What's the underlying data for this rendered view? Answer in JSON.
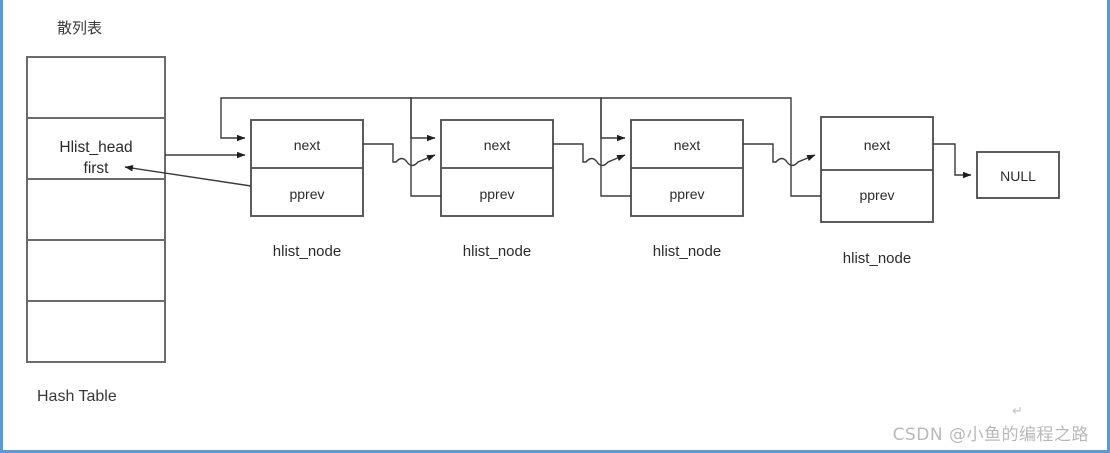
{
  "diagram": {
    "title_cn": "散列表",
    "hash_table": {
      "caption": "Hash Table",
      "cell_count": 5,
      "cells": [
        {
          "index": 0,
          "line1": "",
          "line2": ""
        },
        {
          "index": 1,
          "line1": "Hlist_head",
          "line2": "first"
        },
        {
          "index": 2,
          "line1": "",
          "line2": ""
        },
        {
          "index": 3,
          "line1": "",
          "line2": ""
        },
        {
          "index": 4,
          "line1": "",
          "line2": ""
        }
      ]
    },
    "nodes": [
      {
        "caption": "hlist_node",
        "field_top": "next",
        "field_bottom": "pprev"
      },
      {
        "caption": "hlist_node",
        "field_top": "next",
        "field_bottom": "pprev"
      },
      {
        "caption": "hlist_node",
        "field_top": "next",
        "field_bottom": "pprev"
      },
      {
        "caption": "hlist_node",
        "field_top": "next",
        "field_bottom": "pprev"
      }
    ],
    "terminator": {
      "label": "NULL"
    },
    "colors": {
      "stroke": "#3b3b3b",
      "box_fill": "#ffffff",
      "text": "#2b2b2b",
      "page_border": "#5b9bd5",
      "watermark": "#b9b9b9"
    }
  },
  "watermark": {
    "text": "CSDN @小鱼的编程之路",
    "pilcrow": "↵"
  }
}
